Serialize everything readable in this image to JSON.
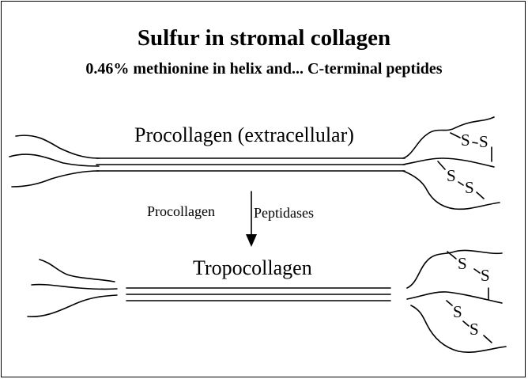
{
  "title": "Sulfur in stromal collagen",
  "subtitle": "0.46% methionine in helix and... C-terminal peptides",
  "procollagen": {
    "label": "Procollagen (extracellular)",
    "disulfide_top": [
      "S",
      "S"
    ],
    "disulfide_bottom": [
      "S",
      "S"
    ]
  },
  "conversion": {
    "enzyme_left": "Procollagen",
    "enzyme_right": "Peptidases"
  },
  "tropocollagen": {
    "label": "Tropocollagen",
    "disulfide_top": [
      "S",
      "S"
    ],
    "disulfide_bottom": [
      "S",
      "S"
    ]
  },
  "colors": {
    "ink": "#000000",
    "background": "#ffffff"
  }
}
